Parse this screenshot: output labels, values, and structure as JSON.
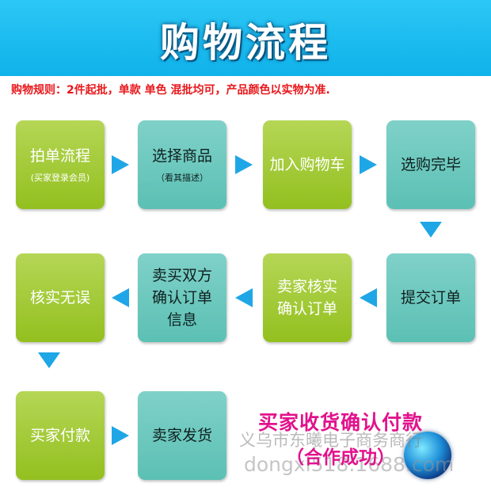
{
  "banner": {
    "title": "购物流程"
  },
  "rules_text": "购物规则：2件起批，单款 单色 混批均可，产品颜色以实物为准.",
  "steps": {
    "s1": {
      "main": "拍单流程",
      "sub": "(买家登录会员)"
    },
    "s2": {
      "main": "选择商品",
      "sub": "（看其描述）"
    },
    "s3": {
      "main": "加入购物车"
    },
    "s4": {
      "main": "选购完毕"
    },
    "s5": {
      "main": "提交订单"
    },
    "s6": {
      "line1": "卖家核实",
      "line2": "确认订单"
    },
    "s7": {
      "line1": "卖买双方",
      "line2": "确认订单",
      "line3": "信息"
    },
    "s8": {
      "main": "核实无误"
    },
    "s9": {
      "main": "买家付款"
    },
    "s10": {
      "main": "卖家发货"
    }
  },
  "success": {
    "line1": "买家收货确认付款",
    "line2": "（合作成功）"
  },
  "watermark": {
    "line1": "义乌市东曦电子商务商行",
    "line2": "dongxi518.1688.com"
  },
  "colors": {
    "banner": "#1ab9ee",
    "green_box": "#a3c93a",
    "teal_box": "#6dc9be",
    "arrow": "#1fa6e6",
    "rules": "#e8171b",
    "success": "#e2128c"
  },
  "icons": [
    "arrow-right-icon",
    "arrow-left-icon",
    "arrow-down-icon",
    "globe-logo-icon"
  ]
}
